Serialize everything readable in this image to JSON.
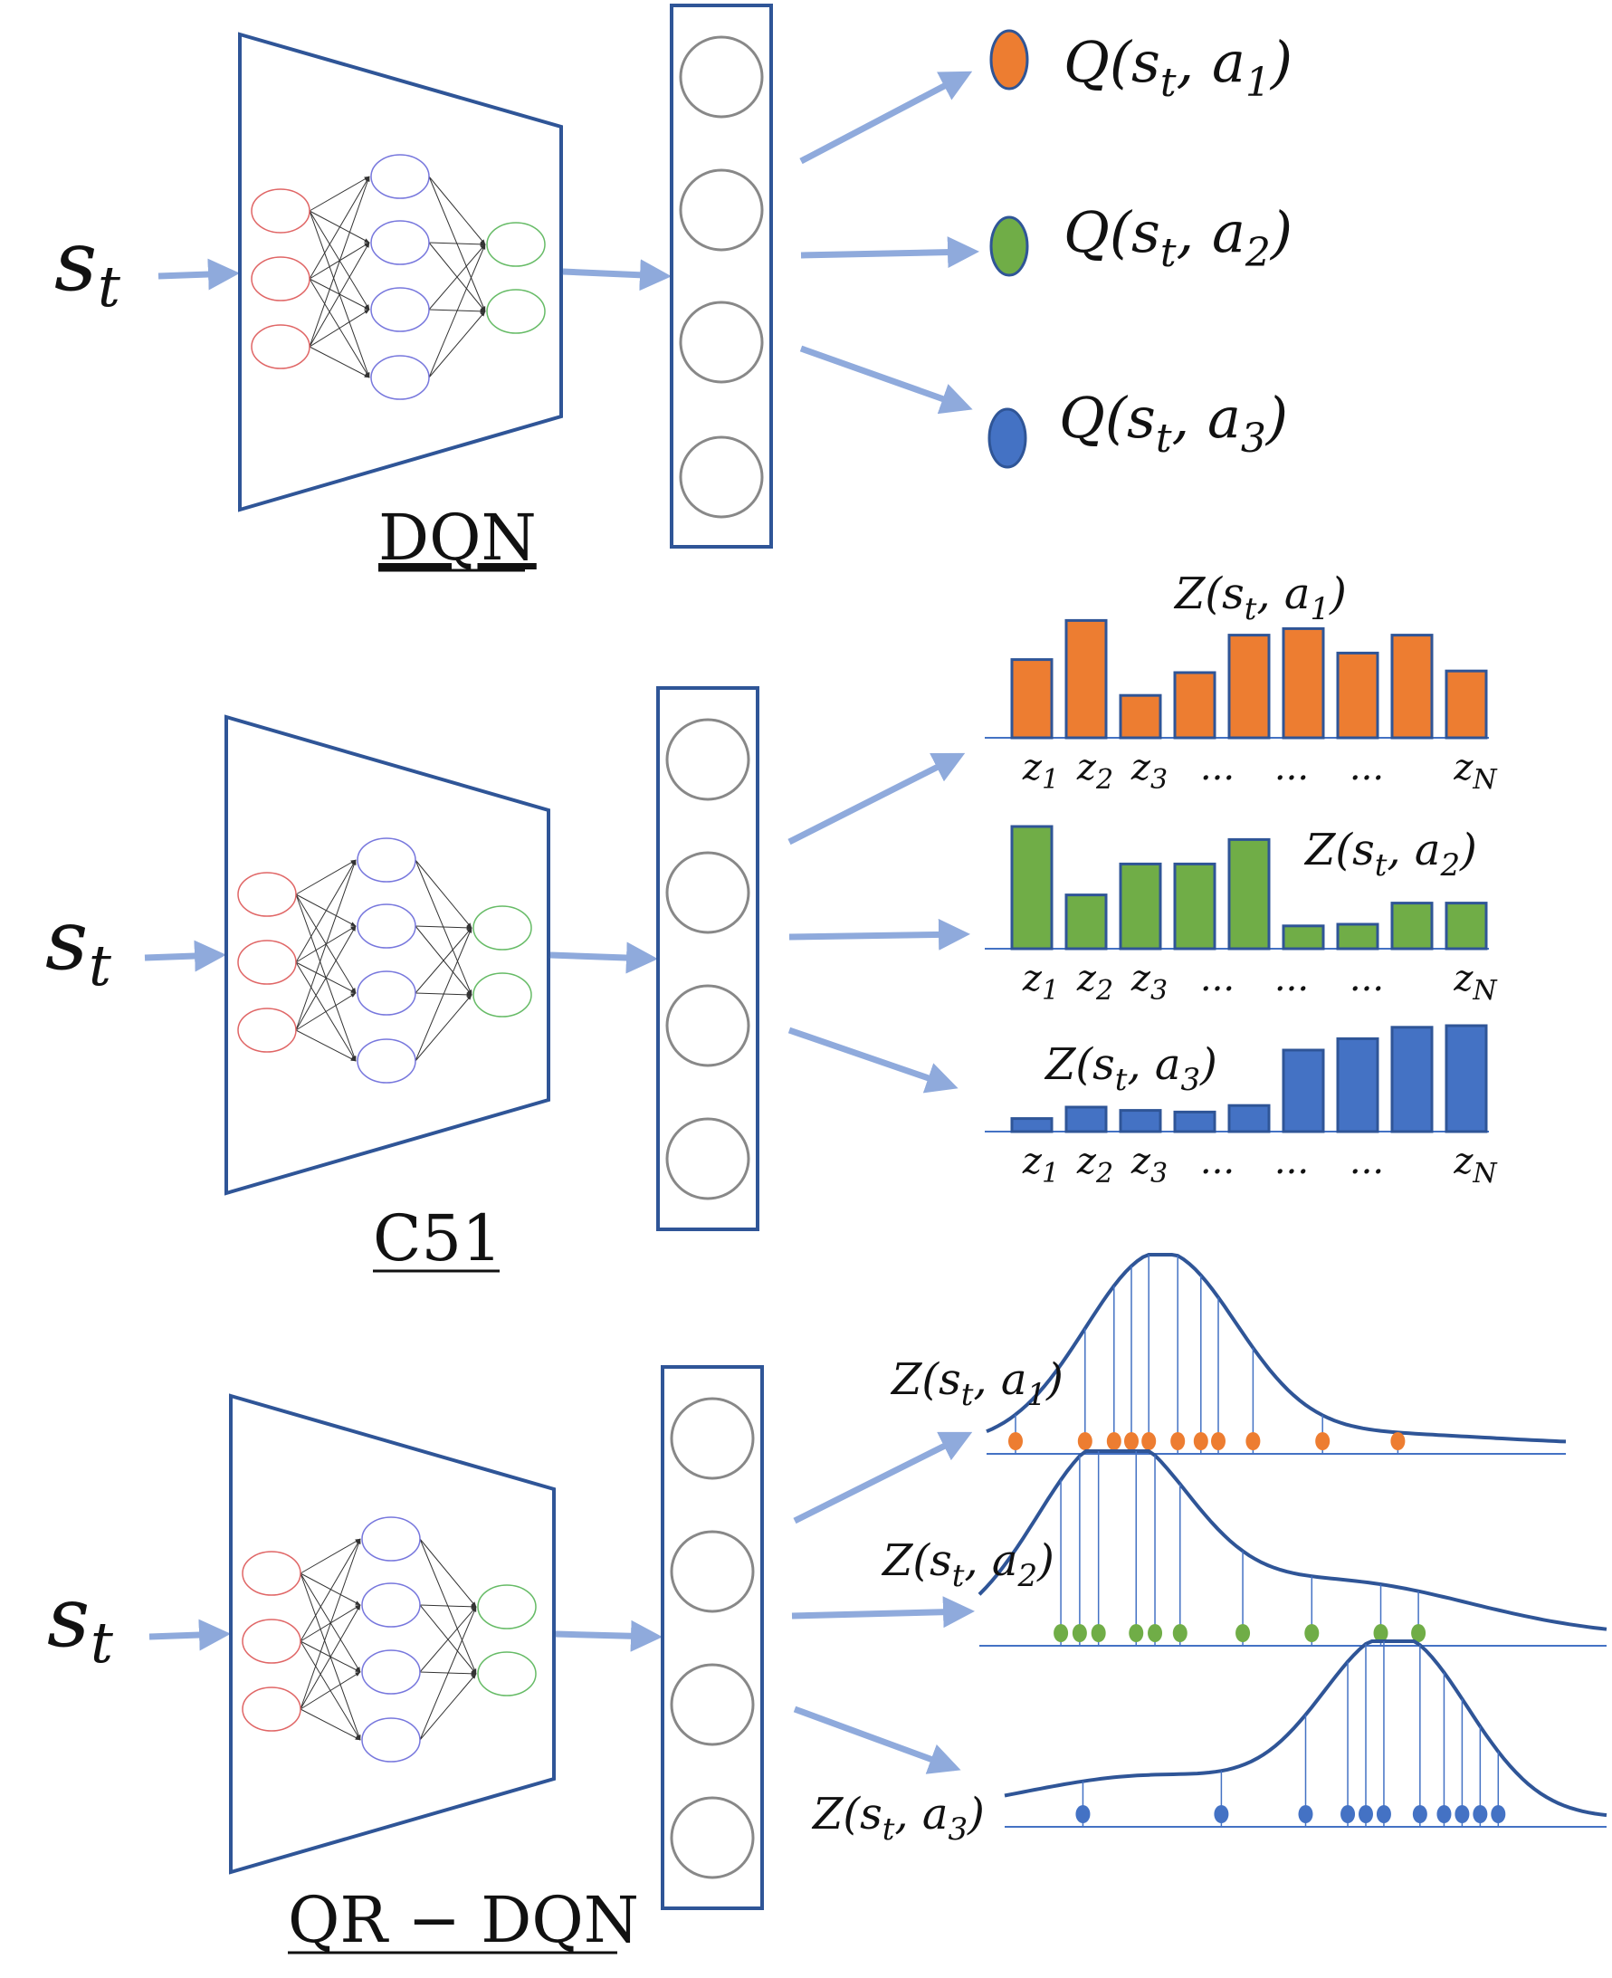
{
  "colors": {
    "frame": "#2f5597",
    "arrow": "#8faadc",
    "orange": "#ed7d31",
    "green": "#70ad47",
    "blue": "#4472c4",
    "neuron_in": "#e06666",
    "neuron_hidden": "#7777dd",
    "neuron_out": "#66bb66",
    "output_node": "#888888"
  },
  "panels": [
    {
      "name": "dqn",
      "input": "s",
      "input_sub": "t",
      "title": "DQN",
      "outputs": [
        {
          "color": "orange",
          "text": "Q(s",
          "sub1": "t",
          "mid": ", a",
          "sub2": "1",
          "end": ")"
        },
        {
          "color": "green",
          "text": "Q(s",
          "sub1": "t",
          "mid": ", a",
          "sub2": "2",
          "end": ")"
        },
        {
          "color": "blue",
          "text": "Q(s",
          "sub1": "t",
          "mid": ", a",
          "sub2": "3",
          "end": ")"
        }
      ]
    },
    {
      "name": "c51",
      "input": "s",
      "input_sub": "t",
      "title": "C51",
      "distributions": [
        {
          "color": "orange",
          "label": {
            "text": "Z(s",
            "sub1": "t",
            "mid": ", a",
            "sub2": "1",
            "end": ")"
          },
          "probabilities": [
            0.48,
            0.72,
            0.26,
            0.4,
            0.63,
            0.67,
            0.52,
            0.63,
            0.41
          ]
        },
        {
          "color": "green",
          "label": {
            "text": "Z(s",
            "sub1": "t",
            "mid": ", a",
            "sub2": "2",
            "end": ")"
          },
          "probabilities": [
            0.75,
            0.33,
            0.52,
            0.52,
            0.67,
            0.14,
            0.15,
            0.28,
            0.28
          ]
        },
        {
          "color": "blue",
          "label": {
            "text": "Z(s",
            "sub1": "t",
            "mid": ", a",
            "sub2": "3",
            "end": ")"
          },
          "probabilities": [
            0.08,
            0.15,
            0.13,
            0.12,
            0.16,
            0.5,
            0.57,
            0.64,
            0.65
          ]
        }
      ],
      "atom_labels": [
        {
          "z": "z",
          "sub": "1"
        },
        {
          "z": "z",
          "sub": "2"
        },
        {
          "z": "z",
          "sub": "3"
        },
        {
          "z": "...",
          "sub": ""
        },
        {
          "z": "...",
          "sub": ""
        },
        {
          "z": "...",
          "sub": ""
        },
        {
          "z": "z",
          "sub": "N"
        }
      ]
    },
    {
      "name": "qr-dqn",
      "input": "s",
      "input_sub": "t",
      "title": "QR − DQN",
      "distributions": [
        {
          "color": "orange",
          "label": {
            "text": "Z(s",
            "sub1": "t",
            "mid": ", a",
            "sub2": "1",
            "end": ")"
          },
          "quantiles": [
            0.05,
            0.17,
            0.22,
            0.25,
            0.28,
            0.33,
            0.37,
            0.4,
            0.46,
            0.58,
            0.71
          ]
        },
        {
          "color": "green",
          "label": {
            "text": "Z(s",
            "sub1": "t",
            "mid": ", a",
            "sub2": "2",
            "end": ")"
          },
          "quantiles": [
            0.13,
            0.16,
            0.19,
            0.25,
            0.28,
            0.32,
            0.42,
            0.53,
            0.64,
            0.7
          ]
        },
        {
          "color": "blue",
          "label": {
            "text": "Z(s",
            "sub1": "t",
            "mid": ", a",
            "sub2": "3",
            "end": ")"
          },
          "quantiles": [
            0.13,
            0.36,
            0.5,
            0.57,
            0.6,
            0.63,
            0.69,
            0.73,
            0.76,
            0.79,
            0.82
          ]
        }
      ]
    }
  ]
}
